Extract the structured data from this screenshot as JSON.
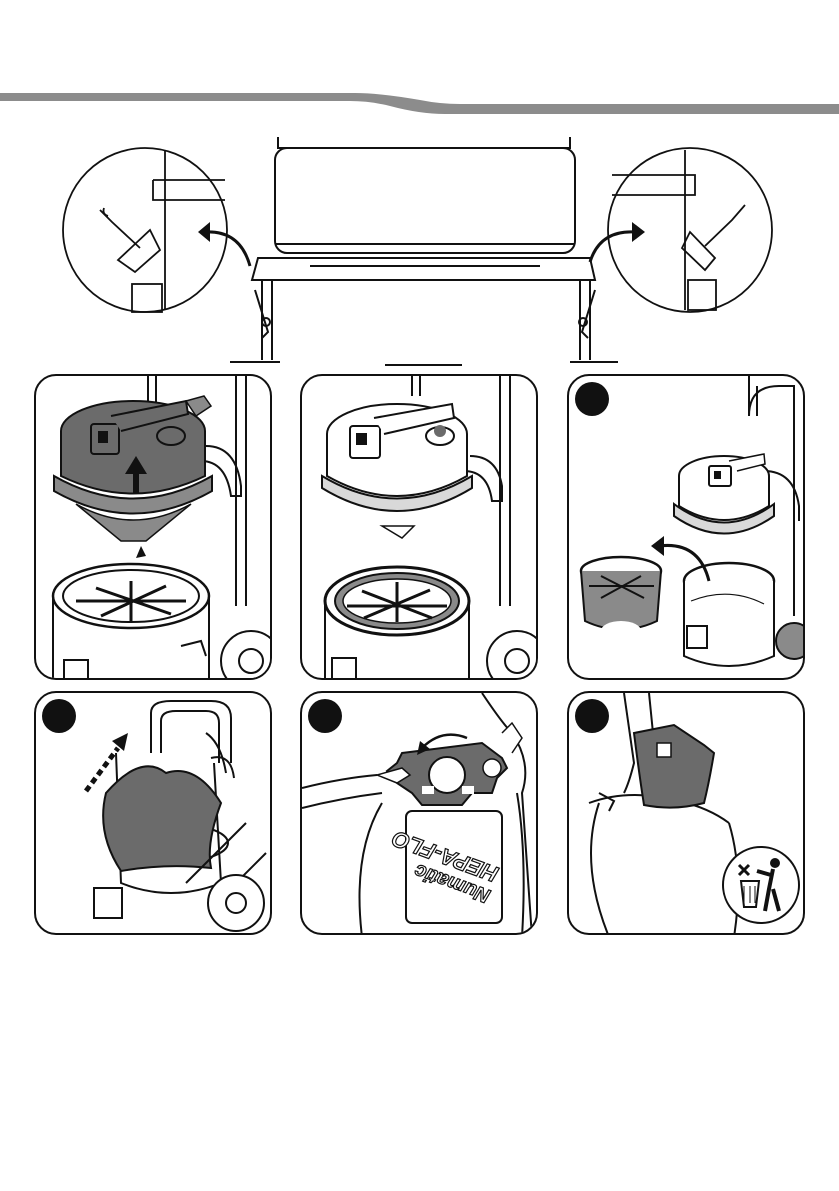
{
  "header": {
    "band_color": "#8c8c8c"
  },
  "top_section": {
    "title": "",
    "insets": [
      "clip-detail-left",
      "clip-detail-right"
    ]
  },
  "steps": [
    {
      "id": "step-1",
      "badge": "",
      "description_icon": "lift-head-arrow-icon"
    },
    {
      "id": "step-2",
      "badge": "",
      "description_icon": "container-open-icon"
    },
    {
      "id": "step-3",
      "badge": "",
      "description_icon": "remove-filter-basket-icon"
    },
    {
      "id": "step-4",
      "badge": "",
      "description_icon": "pull-bag-out-icon"
    },
    {
      "id": "step-5",
      "badge": "",
      "description_icon": "close-bag-flap-icon"
    },
    {
      "id": "step-6",
      "badge": "",
      "description_icon": "dispose-bin-icon"
    }
  ],
  "bag_label": {
    "line1": "Numatic",
    "line2": "HEPA-FLO"
  },
  "colors": {
    "outline": "#111111",
    "dark_fill": "#6b6b6b",
    "mid_fill": "#8a8a8a",
    "light_fill": "#d9d9d9"
  }
}
